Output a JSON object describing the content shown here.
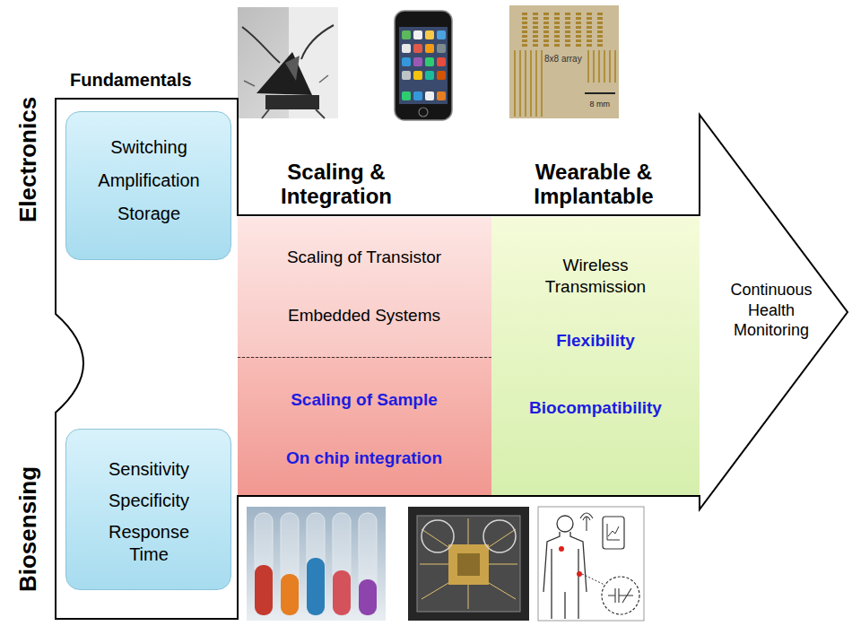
{
  "diagram": {
    "nodes": [
      {
        "text": [
          "Continuous Health Monitoring"
        ]
      },
      {
        "text": [
          "Switching",
          "Amplification",
          "Storage"
        ],
        "in": 0
      },
      {
        "text": [
          "Sensitivity",
          "Specificity",
          "Response Time"
        ],
        "in": 0
      },
      {
        "text": [
          "Scaling of Transistor",
          "Embedded Systems"
        ],
        "in": 0
      },
      {
        "text": [
          "Scaling of Sample",
          "On chip integration"
        ],
        "in": 0
      },
      {
        "text": [
          "Wireless Transmission",
          "Flexibility",
          "Biocompatibility"
        ],
        "in": 0
      }
    ],
    "labels": [
      "Electronics",
      "Fundamentals",
      "Scaling & Integration",
      "Wearable & Implantable",
      "8x8 array",
      "8 mm",
      "Biosensing"
    ]
  }
}
